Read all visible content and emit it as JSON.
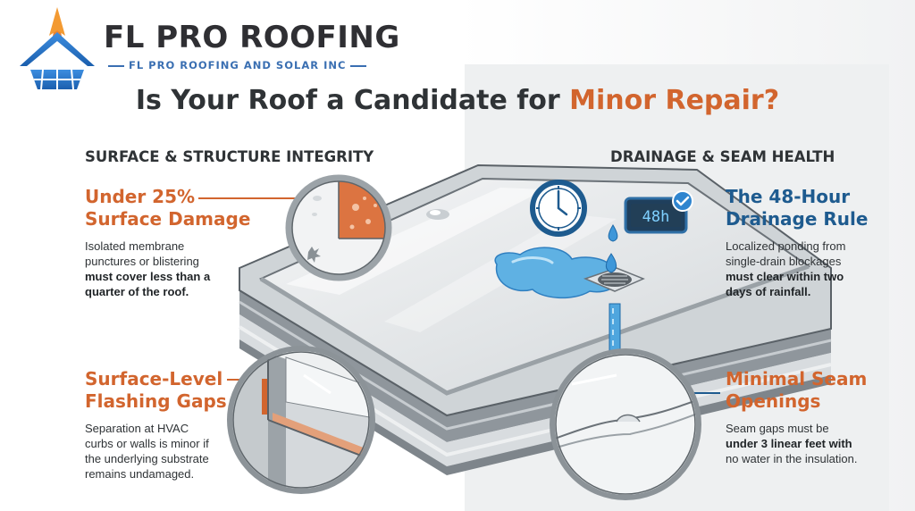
{
  "brand": {
    "name": "FL PRO ROOFING",
    "tagline": "FL PRO ROOFING AND SOLAR INC",
    "colors": {
      "orange": "#d2652e",
      "blue": "#1e5b8f",
      "dark": "#2f3336"
    }
  },
  "headline": {
    "prefix": "Is Your Roof a Candidate for ",
    "accent": "Minor Repair?"
  },
  "left_section": {
    "title": "SURFACE & STRUCTURE INTEGRITY",
    "items": [
      {
        "heading": [
          "Under 25%",
          "Surface Damage"
        ],
        "lines": [
          "Isolated membrane",
          "punctures or blistering",
          "must cover less than a",
          "quarter of the roof."
        ]
      },
      {
        "heading": [
          "Surface-Level",
          "Flashing Gaps"
        ],
        "lines": [
          "Separation at HVAC",
          "curbs or walls is minor if",
          "the underlying substrate",
          "remains undamaged."
        ]
      }
    ]
  },
  "right_section": {
    "title": "DRAINAGE & SEAM HEALTH",
    "timer_display": "48h",
    "items": [
      {
        "heading": [
          "The 48-Hour",
          "Drainage Rule"
        ],
        "lines": [
          "Localized ponding from",
          "single-drain blockages",
          "must clear within two",
          "days of rainfall."
        ]
      },
      {
        "heading": [
          "Minimal Seam",
          "Openings"
        ],
        "lines": [
          "Seam gaps must be",
          "under 3 linear feet with",
          "no water in the insulation."
        ]
      }
    ]
  },
  "icons": [
    "logo-icon",
    "clock-icon",
    "timer-display-icon",
    "checkmark-icon",
    "water-drop-icon",
    "drain-icon"
  ]
}
